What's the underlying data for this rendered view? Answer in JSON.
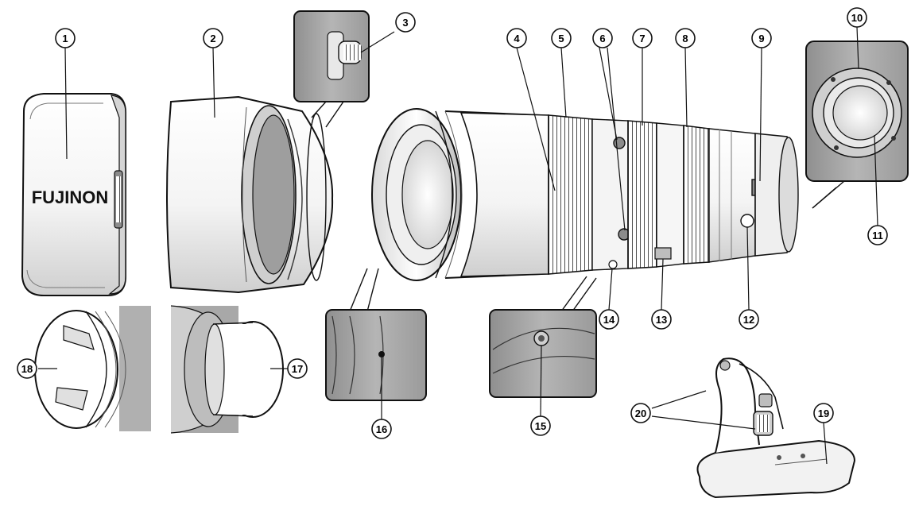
{
  "brand": "FUJINON",
  "callouts": [
    "1",
    "2",
    "3",
    "4",
    "5",
    "6",
    "7",
    "8",
    "9",
    "10",
    "11",
    "12",
    "13",
    "14",
    "15",
    "16",
    "17",
    "18",
    "19",
    "20"
  ],
  "colors": {
    "ink": "#111111",
    "paper": "#ffffff",
    "light": "#e6e6e6",
    "mid": "#bdbdbd",
    "dark": "#8c8c8c",
    "panel": "#9a9a9a"
  }
}
